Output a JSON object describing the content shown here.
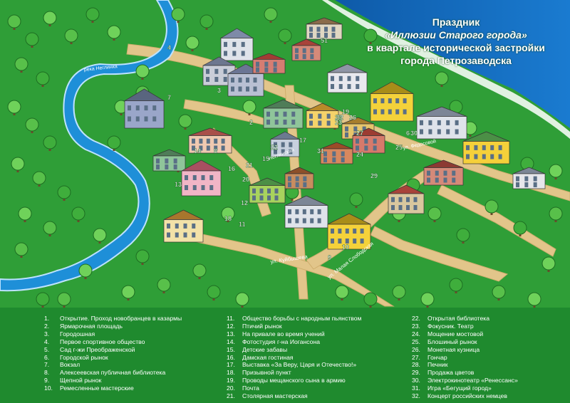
{
  "title": {
    "line1": "Праздник",
    "line2": "«Иллюзии Старого города»",
    "line3": "в квартале исторической застройки",
    "line4": "города Петрозаводска"
  },
  "map_labels": {
    "river": "река Неглинка",
    "street_neglinskaya": "Неглинская",
    "street_kuibysheva": "ул. Куйбышева",
    "street_malaya_slobodskaya": "ул. Малая Слободская",
    "street_fedosovoy": "ул. Федосовой"
  },
  "map_numbers": [
    "1",
    "2",
    "3",
    "4",
    "5",
    "6",
    "7",
    "8",
    "9",
    "10",
    "11",
    "12",
    "13",
    "14",
    "15",
    "16",
    "17",
    "18",
    "19",
    "20",
    "21",
    "22",
    "23",
    "24",
    "25",
    "26",
    "27",
    "28",
    "29",
    "30",
    "31",
    "32"
  ],
  "legend": {
    "col1": [
      {
        "num": "1.",
        "text": "Открытие. Проход новобранцев в казармы"
      },
      {
        "num": "2.",
        "text": "Ярмарочная площадь"
      },
      {
        "num": "3.",
        "text": "Городошная"
      },
      {
        "num": "4.",
        "text": "Первое спортивное общество"
      },
      {
        "num": "5.",
        "text": "Сад г-жи Преображенской"
      },
      {
        "num": "6.",
        "text": "Городской рынок"
      },
      {
        "num": "7.",
        "text": "Вокзал"
      },
      {
        "num": "8.",
        "text": "Алексеевская публичная библиотека"
      },
      {
        "num": "9.",
        "text": "Щепной рынок"
      },
      {
        "num": "10.",
        "text": "Ремесленные мастерские"
      }
    ],
    "col2": [
      {
        "num": "11.",
        "text": "Общество борьбы с народным пьянством"
      },
      {
        "num": "12.",
        "text": "Птичий рынок"
      },
      {
        "num": "13.",
        "text": "На привале во время учений"
      },
      {
        "num": "14.",
        "text": "Фотостудия г-на Иогансона"
      },
      {
        "num": "15.",
        "text": "Детские забавы"
      },
      {
        "num": "16.",
        "text": "Дамская гостиная"
      },
      {
        "num": "17.",
        "text": "Выставка «За Веру, Царя и Отечество!»"
      },
      {
        "num": "18.",
        "text": "Призывной пункт"
      },
      {
        "num": "19.",
        "text": "Проводы мещанского сына в армию"
      },
      {
        "num": "20.",
        "text": "Почта"
      },
      {
        "num": "21.",
        "text": "Столярная мастерская"
      }
    ],
    "col3": [
      {
        "num": "22.",
        "text": "Открытая библиотека"
      },
      {
        "num": "23.",
        "text": "Фокусник. Театр"
      },
      {
        "num": "24.",
        "text": "Мощение мостовой"
      },
      {
        "num": "25.",
        "text": "Блошиный рынок"
      },
      {
        "num": "26.",
        "text": "Монетная кузница"
      },
      {
        "num": "27.",
        "text": "Гончар"
      },
      {
        "num": "28.",
        "text": "Печник"
      },
      {
        "num": "29.",
        "text": "Продажа цветов"
      },
      {
        "num": "30.",
        "text": "Электрокинотеатр «Ренессанс»"
      },
      {
        "num": "31.",
        "text": "Игра «Бегущий город»"
      },
      {
        "num": "32.",
        "text": "Концерт российских немцев"
      }
    ]
  },
  "colors": {
    "grass": "#2f9e37",
    "grass_dark": "#1f8a2e",
    "river": "#1e8fd8",
    "road": "#e2c58a",
    "sky_blue": "#1a6fc0",
    "text": "#ffffff"
  },
  "icons": [
    "tree-icon",
    "house-icon",
    "river-icon",
    "road-icon"
  ]
}
